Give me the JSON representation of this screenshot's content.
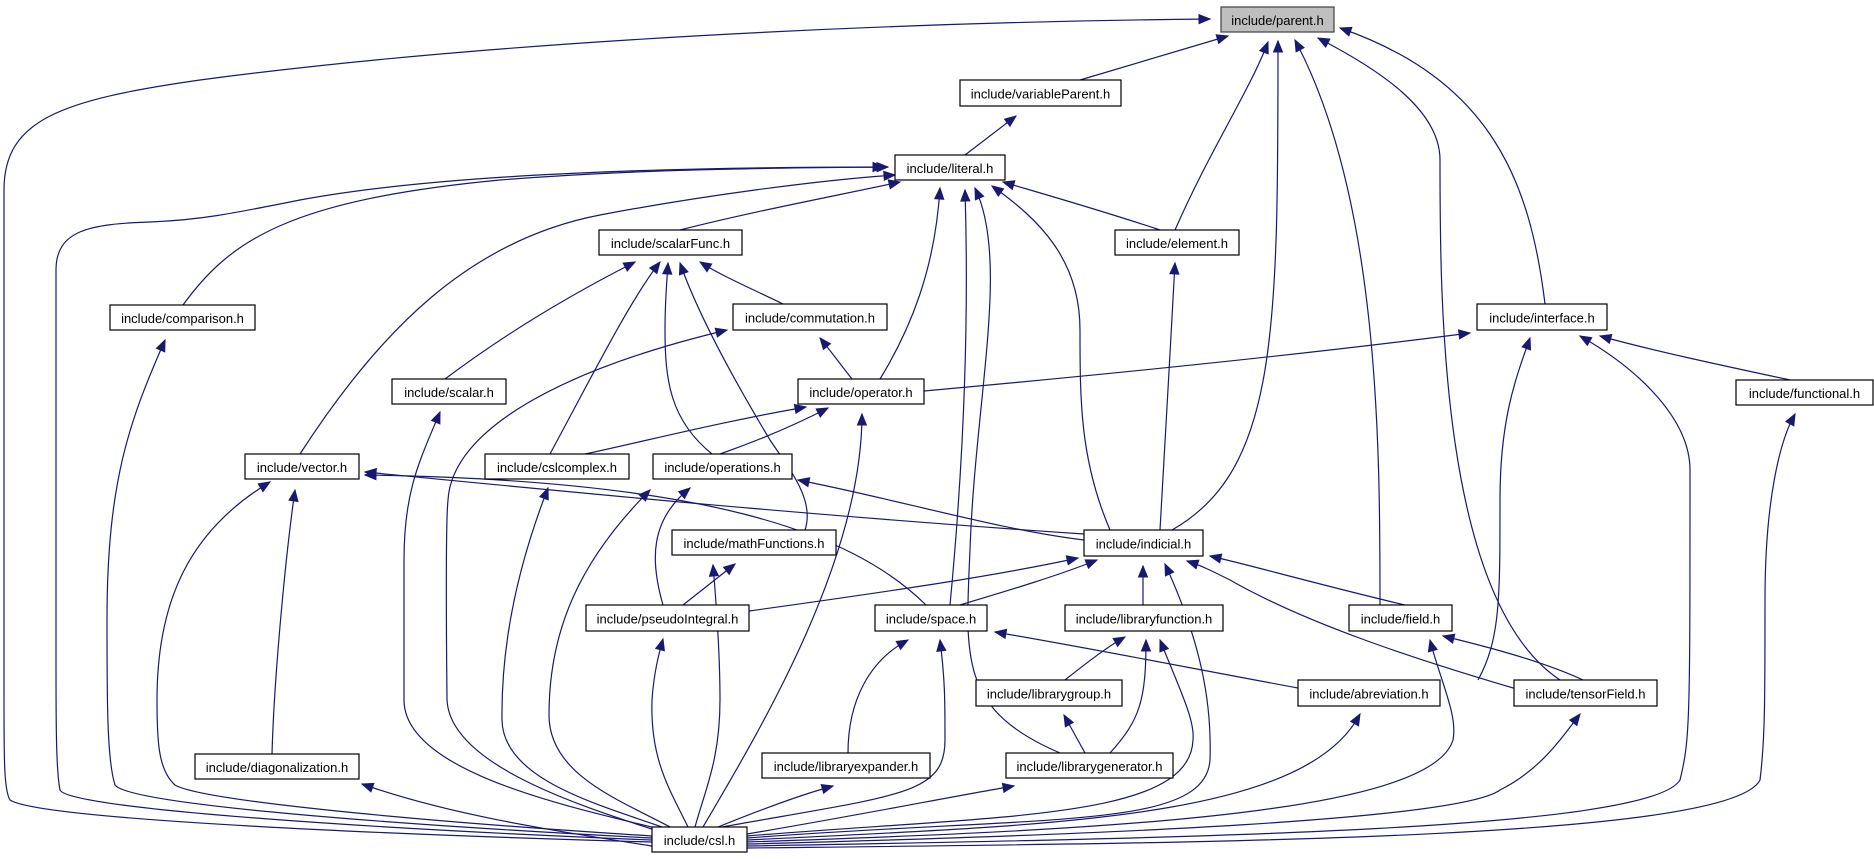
{
  "title": "include/parent.h",
  "colors": {
    "edge": "#191970",
    "root_fill": "#bfbfbf",
    "node_fill": "#ffffff",
    "node_border": "#000000"
  },
  "nodes": [
    {
      "id": "parent",
      "label": "include/parent.h",
      "root": true
    },
    {
      "id": "variableParent",
      "label": "include/variableParent.h"
    },
    {
      "id": "literal",
      "label": "include/literal.h"
    },
    {
      "id": "scalarFunc",
      "label": "include/scalarFunc.h"
    },
    {
      "id": "element",
      "label": "include/element.h"
    },
    {
      "id": "comparison",
      "label": "include/comparison.h"
    },
    {
      "id": "commutation",
      "label": "include/commutation.h"
    },
    {
      "id": "interface",
      "label": "include/interface.h"
    },
    {
      "id": "scalar",
      "label": "include/scalar.h"
    },
    {
      "id": "operator",
      "label": "include/operator.h"
    },
    {
      "id": "functional",
      "label": "include/functional.h"
    },
    {
      "id": "vector",
      "label": "include/vector.h"
    },
    {
      "id": "cslcomplex",
      "label": "include/cslcomplex.h"
    },
    {
      "id": "operations",
      "label": "include/operations.h"
    },
    {
      "id": "indicial",
      "label": "include/indicial.h"
    },
    {
      "id": "mathFunctions",
      "label": "include/mathFunctions.h"
    },
    {
      "id": "pseudoIntegral",
      "label": "include/pseudoIntegral.h"
    },
    {
      "id": "space",
      "label": "include/space.h"
    },
    {
      "id": "libraryfunction",
      "label": "include/libraryfunction.h"
    },
    {
      "id": "field",
      "label": "include/field.h"
    },
    {
      "id": "librarygroup",
      "label": "include/librarygroup.h"
    },
    {
      "id": "abreviation",
      "label": "include/abreviation.h"
    },
    {
      "id": "tensorField",
      "label": "include/tensorField.h"
    },
    {
      "id": "diagonalization",
      "label": "include/diagonalization.h"
    },
    {
      "id": "libraryexpander",
      "label": "include/libraryexpander.h"
    },
    {
      "id": "librarygenerator",
      "label": "include/librarygenerator.h"
    },
    {
      "id": "csl",
      "label": "include/csl.h"
    }
  ],
  "edges": [
    {
      "from": "variableParent",
      "to": "parent"
    },
    {
      "from": "element",
      "to": "parent"
    },
    {
      "from": "indicial",
      "to": "parent"
    },
    {
      "from": "field",
      "to": "parent"
    },
    {
      "from": "tensorField",
      "to": "parent"
    },
    {
      "from": "interface",
      "to": "parent"
    },
    {
      "from": "csl",
      "to": "parent"
    },
    {
      "from": "literal",
      "to": "variableParent"
    },
    {
      "from": "csl",
      "to": "literal"
    },
    {
      "from": "comparison",
      "to": "literal"
    },
    {
      "from": "vector",
      "to": "literal"
    },
    {
      "from": "scalarFunc",
      "to": "literal"
    },
    {
      "from": "element",
      "to": "literal"
    },
    {
      "from": "operator",
      "to": "literal"
    },
    {
      "from": "space",
      "to": "literal"
    },
    {
      "from": "librarygenerator",
      "to": "literal"
    },
    {
      "from": "indicial",
      "to": "literal"
    },
    {
      "from": "scalar",
      "to": "scalarFunc"
    },
    {
      "from": "cslcomplex",
      "to": "scalarFunc"
    },
    {
      "from": "operations",
      "to": "scalarFunc"
    },
    {
      "from": "mathFunctions",
      "to": "scalarFunc"
    },
    {
      "from": "commutation",
      "to": "scalarFunc"
    },
    {
      "from": "operator",
      "to": "commutation"
    },
    {
      "from": "csl",
      "to": "commutation"
    },
    {
      "from": "csl",
      "to": "comparison"
    },
    {
      "from": "csl",
      "to": "scalar"
    },
    {
      "from": "operator",
      "to": "interface"
    },
    {
      "from": "abreviation",
      "to": "interface"
    },
    {
      "from": "csl",
      "to": "interface"
    },
    {
      "from": "functional",
      "to": "interface"
    },
    {
      "from": "csl",
      "to": "functional"
    },
    {
      "from": "cslcomplex",
      "to": "operator"
    },
    {
      "from": "operations",
      "to": "operator"
    },
    {
      "from": "csl",
      "to": "operator"
    },
    {
      "from": "indicial",
      "to": "element"
    },
    {
      "from": "diagonalization",
      "to": "vector"
    },
    {
      "from": "csl",
      "to": "vector"
    },
    {
      "from": "indicial",
      "to": "vector"
    },
    {
      "from": "space",
      "to": "vector"
    },
    {
      "from": "csl",
      "to": "cslcomplex"
    },
    {
      "from": "pseudoIntegral",
      "to": "operations"
    },
    {
      "from": "csl",
      "to": "operations"
    },
    {
      "from": "indicial",
      "to": "operations"
    },
    {
      "from": "pseudoIntegral",
      "to": "mathFunctions"
    },
    {
      "from": "csl",
      "to": "mathFunctions"
    },
    {
      "from": "pseudoIntegral",
      "to": "indicial"
    },
    {
      "from": "space",
      "to": "indicial"
    },
    {
      "from": "libraryfunction",
      "to": "indicial"
    },
    {
      "from": "field",
      "to": "indicial"
    },
    {
      "from": "tensorField",
      "to": "indicial"
    },
    {
      "from": "csl",
      "to": "indicial"
    },
    {
      "from": "csl",
      "to": "pseudoIntegral"
    },
    {
      "from": "libraryexpander",
      "to": "space"
    },
    {
      "from": "csl",
      "to": "space"
    },
    {
      "from": "abreviation",
      "to": "space"
    },
    {
      "from": "librarygroup",
      "to": "libraryfunction"
    },
    {
      "from": "librarygenerator",
      "to": "libraryfunction"
    },
    {
      "from": "csl",
      "to": "libraryfunction"
    },
    {
      "from": "tensorField",
      "to": "field"
    },
    {
      "from": "csl",
      "to": "field"
    },
    {
      "from": "librarygenerator",
      "to": "librarygroup"
    },
    {
      "from": "csl",
      "to": "abreviation"
    },
    {
      "from": "csl",
      "to": "tensorField"
    },
    {
      "from": "csl",
      "to": "diagonalization"
    },
    {
      "from": "csl",
      "to": "libraryexpander"
    },
    {
      "from": "csl",
      "to": "librarygenerator"
    }
  ]
}
